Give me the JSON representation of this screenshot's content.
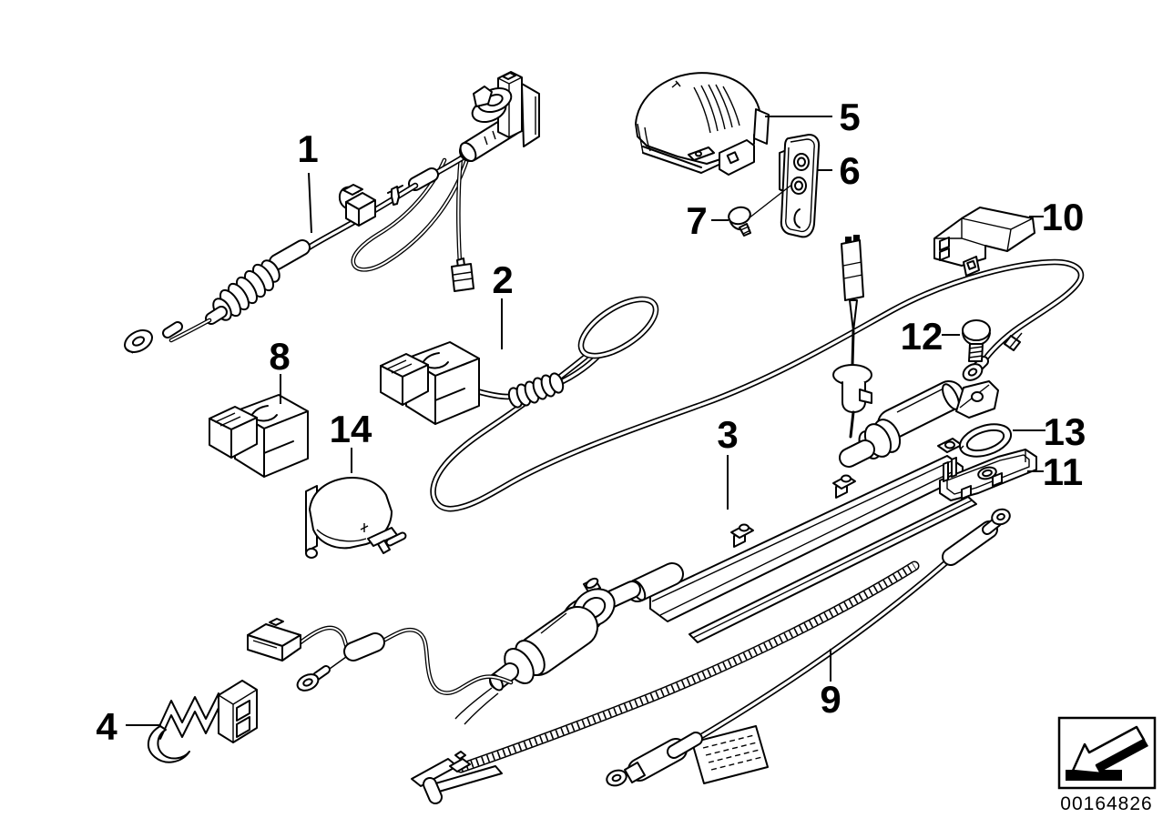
{
  "callouts": {
    "c1": "1",
    "c2": "2",
    "c3": "3",
    "c4": "4",
    "c5": "5",
    "c6": "6",
    "c7": "7",
    "c8": "8",
    "c9": "9",
    "c10": "10",
    "c11": "11",
    "c12": "12",
    "c13": "13",
    "c14": "14"
  },
  "stamp": {
    "number": "00164826"
  }
}
